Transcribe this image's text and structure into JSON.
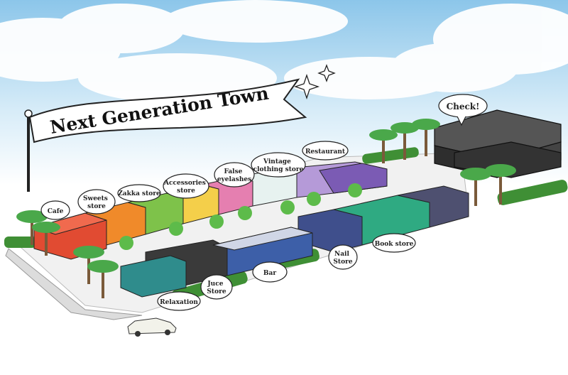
{
  "banner": {
    "title": "Next Generation Town"
  },
  "callout": {
    "check": "Check!"
  },
  "stores": {
    "cafe": "Cafe",
    "sweets": [
      "Sweets",
      "store"
    ],
    "zakka": "Zakka store",
    "accessories": [
      "Accessories",
      "store"
    ],
    "false_eyelashes": [
      "False",
      "eyelashes"
    ],
    "vintage": [
      "Vintage",
      "clothing store"
    ],
    "restaurant": "Restaurant",
    "book": "Book store",
    "nail": [
      "Nail",
      "Store"
    ],
    "bar": "Bar",
    "juice": [
      "Juce",
      "Store"
    ],
    "relaxation": "Relaxation"
  },
  "colors": {
    "sky": "#a9d4ef",
    "cafe": "#e14b32",
    "sweets": "#f08a2a",
    "zakka": "#7ec24a",
    "accessories": "#f4cf4a",
    "false_eyelashes": "#e57fb0",
    "vintage": "#b59ad8",
    "restaurant": "#7b5bb4",
    "book": "#2faa82",
    "nail": "#3f4f8c",
    "bar": "#3d5fa8",
    "juice": "#2f8c8c",
    "dark_building": "#3a3a3a"
  }
}
